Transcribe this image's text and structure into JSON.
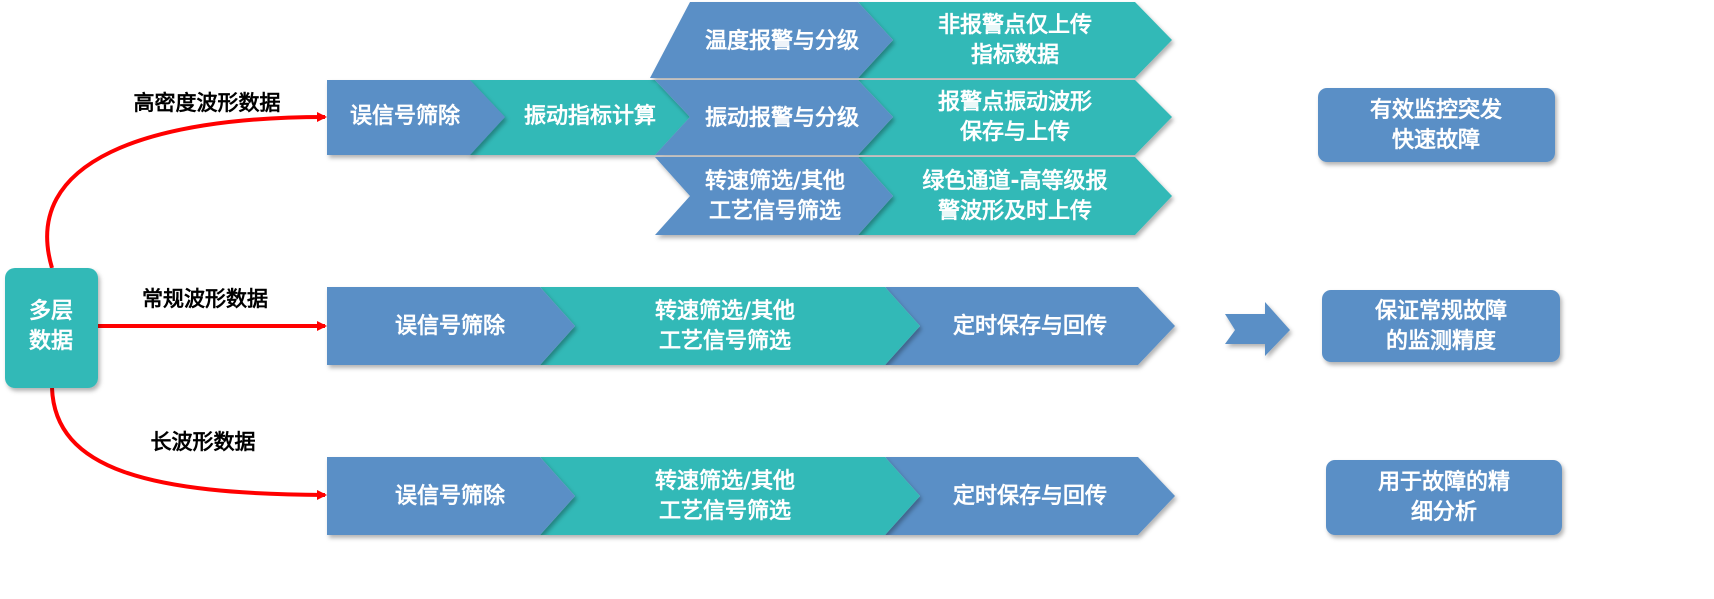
{
  "colors": {
    "blue": "#5a8fc6",
    "teal": "#33b9b7",
    "arrow": "#ff0000"
  },
  "source": {
    "lines": [
      "多层",
      "数据"
    ]
  },
  "branches": {
    "high": "高密度波形数据",
    "normal": "常规波形数据",
    "long": "长波形数据"
  },
  "high_row": {
    "step1": [
      "误信号筛除"
    ],
    "step2": [
      "振动指标计算"
    ],
    "alarms": [
      {
        "lines": [
          "温度报警与分级"
        ]
      },
      {
        "lines": [
          "振动报警与分级"
        ]
      },
      {
        "lines": [
          "转速筛选/其他",
          "工艺信号筛选"
        ]
      }
    ],
    "actions": [
      {
        "lines": [
          "非报警点仅上传",
          "指标数据"
        ]
      },
      {
        "lines": [
          "报警点振动波形",
          "保存与上传"
        ]
      },
      {
        "lines": [
          "绿色通道-高等级报",
          "警波形及时上传"
        ]
      }
    ],
    "result": [
      "有效监控突发",
      "快速故障"
    ]
  },
  "normal_row": {
    "steps": [
      [
        "误信号筛除"
      ],
      [
        "转速筛选/其他",
        "工艺信号筛选"
      ],
      [
        "定时保存与回传"
      ]
    ],
    "result": [
      "保证常规故障",
      "的监测精度"
    ]
  },
  "long_row": {
    "steps": [
      [
        "误信号筛除"
      ],
      [
        "转速筛选/其他",
        "工艺信号筛选"
      ],
      [
        "定时保存与回传"
      ]
    ],
    "result": [
      "用于故障的精",
      "细分析"
    ]
  }
}
